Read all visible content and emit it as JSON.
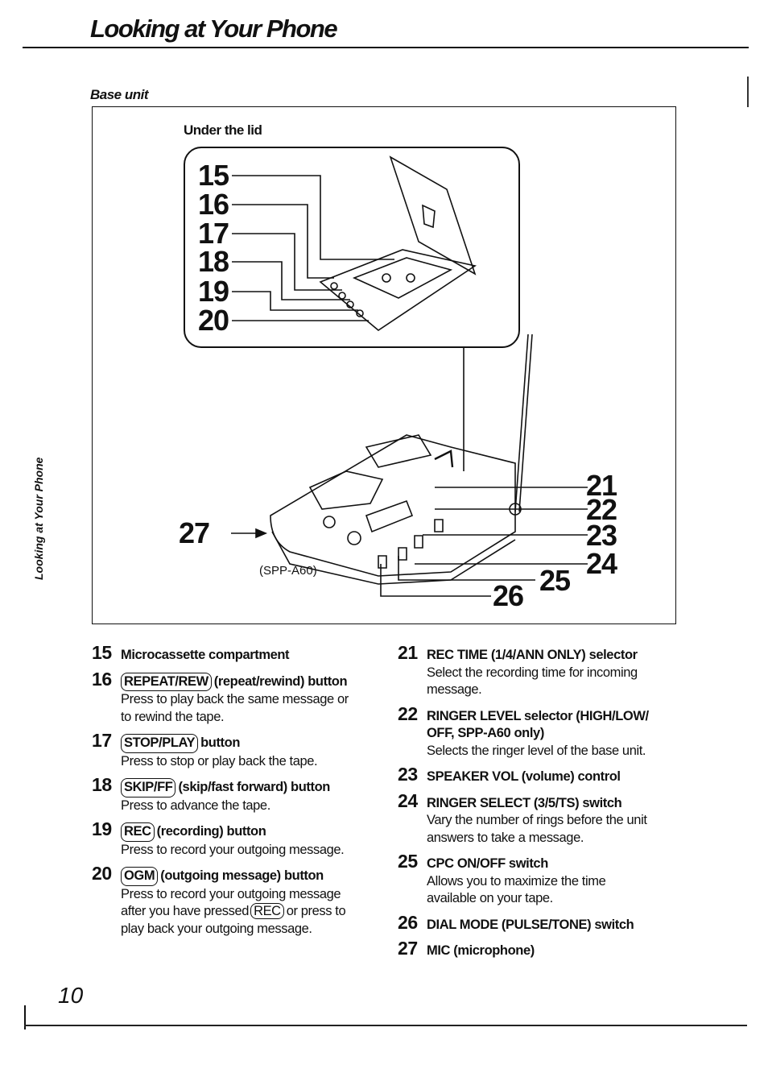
{
  "page": {
    "title": "Looking at Your Phone",
    "section": "Base unit",
    "side_tab": "Looking at Your Phone",
    "page_number": "10"
  },
  "figure": {
    "inset_label": "Under the lid",
    "model_label": "(SPP-A60)",
    "callouts": [
      "15",
      "16",
      "17",
      "18",
      "19",
      "20",
      "21",
      "22",
      "23",
      "24",
      "25",
      "26",
      "27"
    ]
  },
  "left_items": [
    {
      "num": "15",
      "button": "",
      "title": "Microcassette compartment",
      "desc": []
    },
    {
      "num": "16",
      "button": "REPEAT/REW",
      "title": "(repeat/rewind) button",
      "desc": [
        "Press to play back the same message or",
        "to rewind the tape."
      ]
    },
    {
      "num": "17",
      "button": "STOP/PLAY",
      "title": "button",
      "desc": [
        "Press to stop or play back the tape."
      ]
    },
    {
      "num": "18",
      "button": "SKIP/FF",
      "title": "(skip/fast forward) button",
      "desc": [
        "Press to advance the tape."
      ]
    },
    {
      "num": "19",
      "button": "REC",
      "title": "(recording) button",
      "desc": [
        "Press to record your outgoing message."
      ]
    },
    {
      "num": "20",
      "button": "OGM",
      "title": "(outgoing message) button",
      "desc": [
        "Press to record your outgoing message"
      ]
    }
  ],
  "item20_extra": {
    "before": "after you have pressed",
    "button": "REC",
    "after": "or press to",
    "last": "play back your outgoing message."
  },
  "right_items": [
    {
      "num": "21",
      "title": "REC TIME (1/4/ANN ONLY) selector",
      "title2": "",
      "desc": [
        "Select the recording time for incoming",
        "message."
      ]
    },
    {
      "num": "22",
      "title": "RINGER LEVEL selector (HIGH/LOW/",
      "title2": "OFF, SPP-A60 only)",
      "desc": [
        "Selects the ringer level of the base unit."
      ]
    },
    {
      "num": "23",
      "title": "SPEAKER VOL (volume) control",
      "title2": "",
      "desc": []
    },
    {
      "num": "24",
      "title": "RINGER SELECT (3/5/TS) switch",
      "title2": "",
      "desc": [
        "Vary the number of rings before the unit",
        "answers to take a message."
      ]
    },
    {
      "num": "25",
      "title": "CPC ON/OFF switch",
      "title2": "",
      "desc": [
        "Allows you to maximize the time",
        "available on your tape."
      ]
    },
    {
      "num": "26",
      "title": "DIAL MODE (PULSE/TONE) switch",
      "title2": "",
      "desc": []
    },
    {
      "num": "27",
      "title": "MIC (microphone)",
      "title2": "",
      "desc": []
    }
  ]
}
